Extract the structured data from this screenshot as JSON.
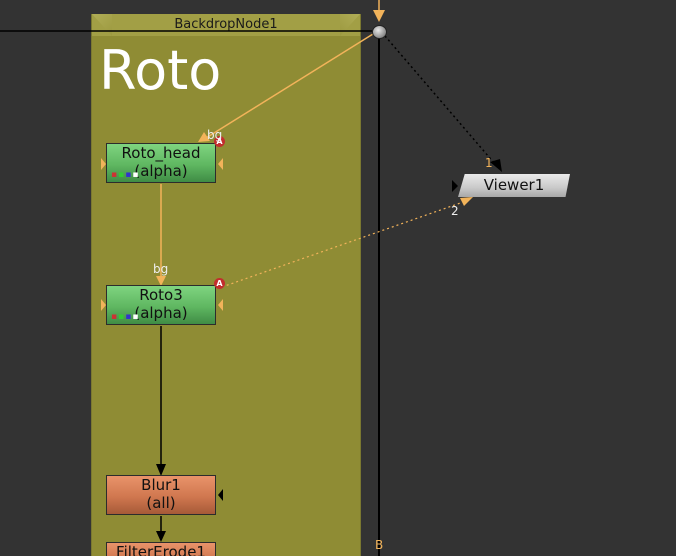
{
  "backdrop": {
    "title": "BackdropNode1",
    "label": "Roto",
    "color": "#8f8c34"
  },
  "nodes": {
    "roto_head": {
      "name": "Roto_head",
      "channels": "(alpha)",
      "badge": "A",
      "input_label": "bg"
    },
    "roto3": {
      "name": "Roto3",
      "channels": "(alpha)",
      "badge": "A",
      "input_label": "bg"
    },
    "blur1": {
      "name": "Blur1",
      "channels": "(all)"
    },
    "filtererode1": {
      "name": "FilterErode1"
    },
    "viewer1": {
      "name": "Viewer1",
      "input1_label": "1",
      "input2_label": "2"
    }
  },
  "pipe_labels": {
    "b_label": "B"
  },
  "colors": {
    "roto_node": "#5fb761",
    "blur_node": "#d0774f",
    "wire_orange": "#f2b35a",
    "wire_black": "#000000",
    "background": "#333333"
  }
}
